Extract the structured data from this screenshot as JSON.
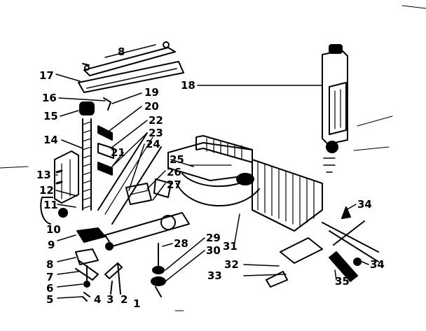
{
  "diagram": {
    "type": "exploded-parts-diagram",
    "ink_color": "#000000",
    "background_color": "#ffffff",
    "callouts": [
      "8",
      "17",
      "16",
      "15",
      "14",
      "13",
      "12",
      "11",
      "10",
      "9",
      "8",
      "7",
      "6",
      "5",
      "4",
      "3",
      "2",
      "1",
      "19",
      "20",
      "22",
      "23",
      "21",
      "24",
      "25",
      "26",
      "27",
      "18",
      "28",
      "29",
      "30",
      "31",
      "32",
      "33",
      "34",
      "34",
      "35"
    ]
  }
}
